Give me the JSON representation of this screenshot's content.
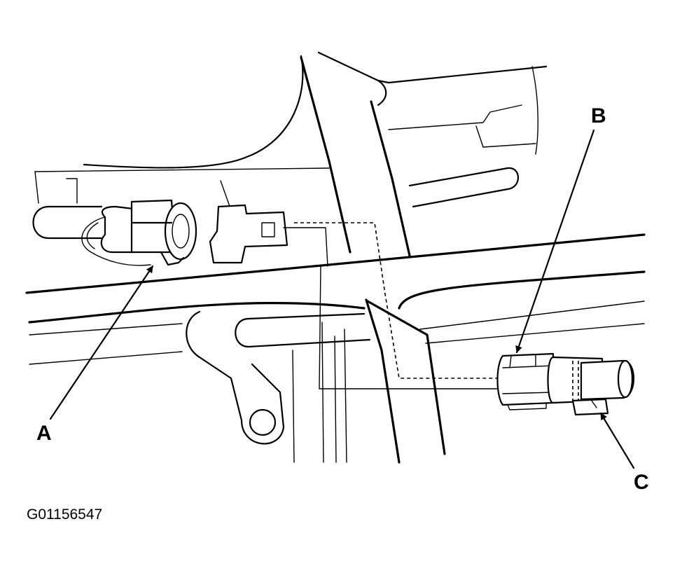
{
  "diagram": {
    "callouts": [
      {
        "id": "A",
        "label": "A"
      },
      {
        "id": "B",
        "label": "B"
      },
      {
        "id": "C",
        "label": "C"
      }
    ],
    "figure_id": "G01156547",
    "colors": {
      "ink": "#000000",
      "paper": "#ffffff"
    }
  }
}
